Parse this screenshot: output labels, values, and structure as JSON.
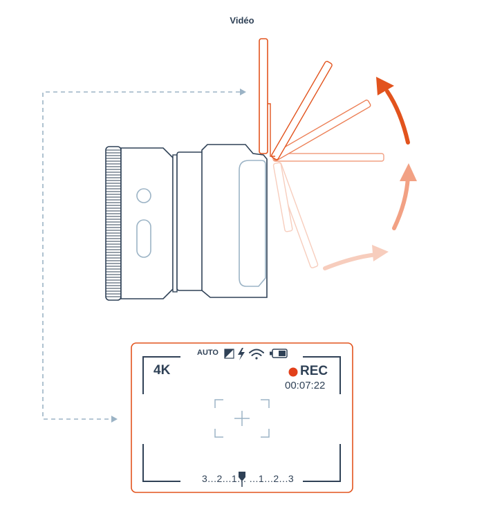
{
  "title": "Vidéo",
  "screen": {
    "resolution": "4K",
    "mode": "AUTO",
    "rec_label": "REC",
    "timer": "00:07:22",
    "exposure_scale": "3...2...1...  ...1...2...3"
  },
  "icons": [
    "exposure-icon",
    "flash-icon",
    "wifi-icon",
    "battery-icon",
    "focus-cross-icon"
  ],
  "colors": {
    "outline": "#2f4156",
    "accent": "#e2531d",
    "accent_light": "#f2a184",
    "accent_faint": "#f7cdbd",
    "dashed": "#9bb3c5",
    "rec_dot": "#e2401a"
  }
}
